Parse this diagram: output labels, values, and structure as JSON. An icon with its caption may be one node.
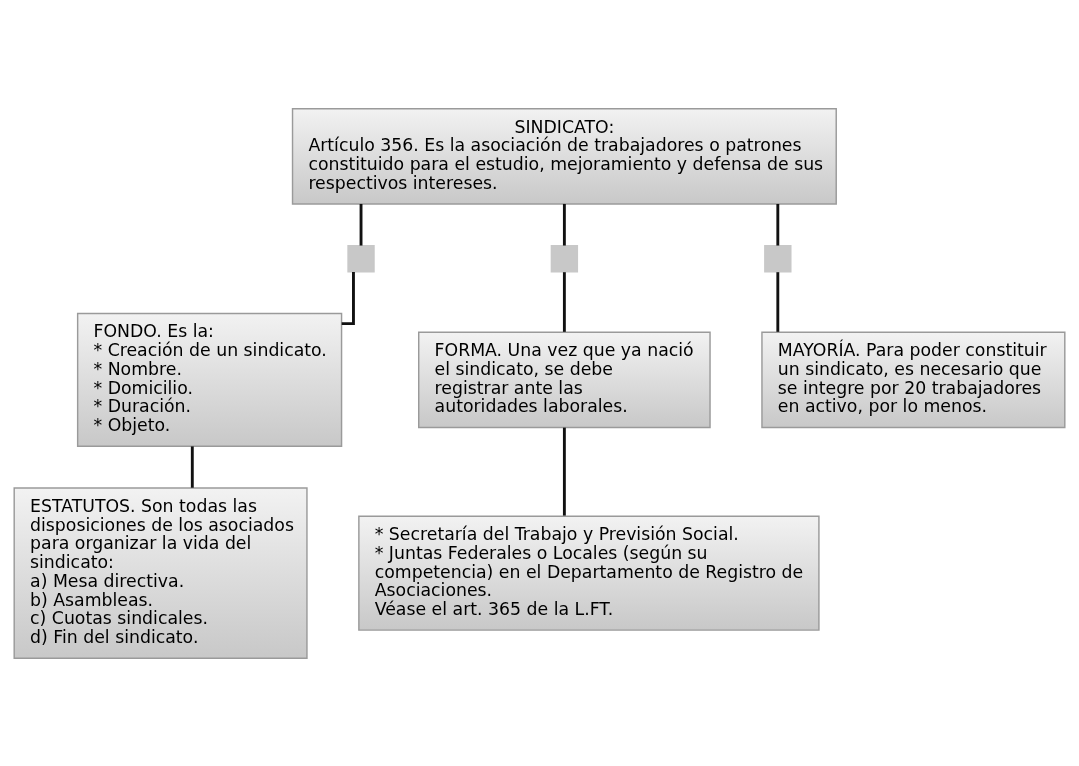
{
  "diagram": {
    "nodes": [
      {
        "text": [
          "SINDICATO:",
          "Artículo 356. Es la asociación de trabajadores o patrones constituido para el estudio, mejoramiento y defensa de sus respectivos intereses."
        ]
      },
      {
        "text": [],
        "shape": "box"
      },
      {
        "text": [],
        "shape": "box"
      },
      {
        "text": [],
        "shape": "box"
      },
      {
        "text": [
          "FONDO. Es la:",
          "* Creación de un sindicato.",
          "* Nombre.",
          "* Domicilio.",
          "* Duración.",
          "* Objeto."
        ]
      },
      {
        "text": [
          "FORMA. Una vez que ya nació el sindicato, se debe registrar ante las autoridades laborales."
        ]
      },
      {
        "text": [
          "MAYORÍA. Para poder constituir un sindicato, es necesario que se integre por 20 trabajadores en activo, por lo menos."
        ]
      },
      {
        "text": [
          "ESTATUTOS. Son todas las disposiciones de los asociados para organizar la vida del sindicato:",
          "a) Mesa directiva.",
          "b) Asambleas.",
          "c) Cuotas sindicales.",
          "d) Fin del sindicato."
        ]
      },
      {
        "text": [
          "* Secretaría del Trabajo y Previsión Social.",
          "* Juntas Federales o Locales (según su competencia) en el Departamento de Registro de Asociaciones.",
          "Véase el art. 365 de la L.FT."
        ]
      }
    ],
    "edges": [
      {
        "from": 0,
        "to": 1,
        "arrow": "none"
      },
      {
        "from": 0,
        "to": 2,
        "arrow": "none"
      },
      {
        "from": 0,
        "to": 3,
        "arrow": "none"
      },
      {
        "from": 1,
        "to": 4,
        "arrow": "none"
      },
      {
        "from": 2,
        "to": 5,
        "arrow": "none"
      },
      {
        "from": 3,
        "to": 6,
        "arrow": "none"
      },
      {
        "from": 4,
        "to": 7,
        "arrow": "none"
      },
      {
        "from": 5,
        "to": 8,
        "arrow": "none"
      }
    ]
  }
}
